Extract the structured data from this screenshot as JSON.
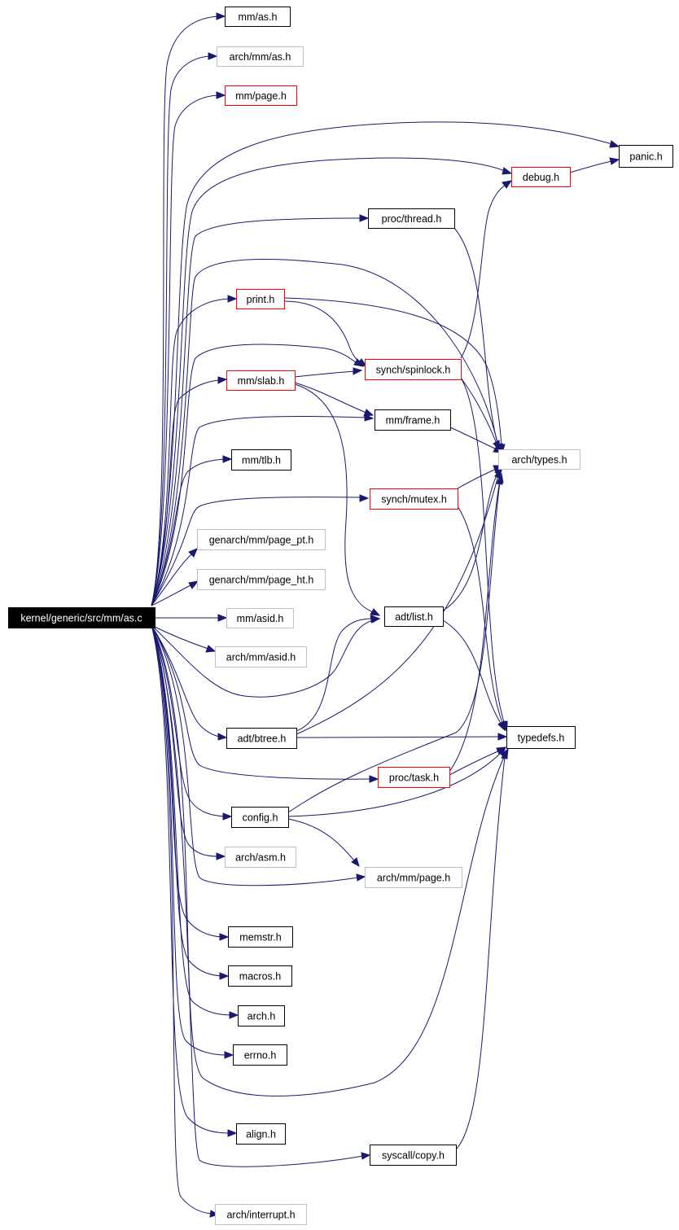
{
  "nodes": [
    {
      "id": "root",
      "label": "kernel/generic/src/mm/as.c",
      "style": "root"
    },
    {
      "id": "mm_as",
      "label": "mm/as.h",
      "style": "black"
    },
    {
      "id": "arch_mm_as",
      "label": "arch/mm/as.h",
      "style": "gray"
    },
    {
      "id": "mm_page",
      "label": "mm/page.h",
      "style": "red"
    },
    {
      "id": "panic",
      "label": "panic.h",
      "style": "black"
    },
    {
      "id": "debug",
      "label": "debug.h",
      "style": "red"
    },
    {
      "id": "proc_thread",
      "label": "proc/thread.h",
      "style": "black"
    },
    {
      "id": "print",
      "label": "print.h",
      "style": "red"
    },
    {
      "id": "spinlock",
      "label": "synch/spinlock.h",
      "style": "red"
    },
    {
      "id": "mm_slab",
      "label": "mm/slab.h",
      "style": "red"
    },
    {
      "id": "mm_frame",
      "label": "mm/frame.h",
      "style": "black"
    },
    {
      "id": "arch_types",
      "label": "arch/types.h",
      "style": "gray"
    },
    {
      "id": "mm_tlb",
      "label": "mm/tlb.h",
      "style": "black"
    },
    {
      "id": "mutex",
      "label": "synch/mutex.h",
      "style": "red"
    },
    {
      "id": "page_pt",
      "label": "genarch/mm/page_pt.h",
      "style": "gray"
    },
    {
      "id": "page_ht",
      "label": "genarch/mm/page_ht.h",
      "style": "gray"
    },
    {
      "id": "mm_asid",
      "label": "mm/asid.h",
      "style": "gray"
    },
    {
      "id": "adt_list",
      "label": "adt/list.h",
      "style": "black"
    },
    {
      "id": "arch_mm_asid",
      "label": "arch/mm/asid.h",
      "style": "gray"
    },
    {
      "id": "adt_btree",
      "label": "adt/btree.h",
      "style": "black"
    },
    {
      "id": "typedefs",
      "label": "typedefs.h",
      "style": "black"
    },
    {
      "id": "proc_task",
      "label": "proc/task.h",
      "style": "red"
    },
    {
      "id": "config",
      "label": "config.h",
      "style": "black"
    },
    {
      "id": "arch_asm",
      "label": "arch/asm.h",
      "style": "gray"
    },
    {
      "id": "arch_mm_page",
      "label": "arch/mm/page.h",
      "style": "gray"
    },
    {
      "id": "memstr",
      "label": "memstr.h",
      "style": "black"
    },
    {
      "id": "macros",
      "label": "macros.h",
      "style": "black"
    },
    {
      "id": "arch",
      "label": "arch.h",
      "style": "black"
    },
    {
      "id": "errno",
      "label": "errno.h",
      "style": "black"
    },
    {
      "id": "align",
      "label": "align.h",
      "style": "black"
    },
    {
      "id": "syscall_copy",
      "label": "syscall/copy.h",
      "style": "black"
    },
    {
      "id": "arch_interrupt",
      "label": "arch/interrupt.h",
      "style": "gray"
    }
  ],
  "colors": {
    "edge": "#191970",
    "node_border": "#000000",
    "node_border_incomplete": "#ff0000",
    "node_border_external": "#bfbfbf",
    "root_fill": "#000000",
    "root_text": "#ffffff"
  }
}
